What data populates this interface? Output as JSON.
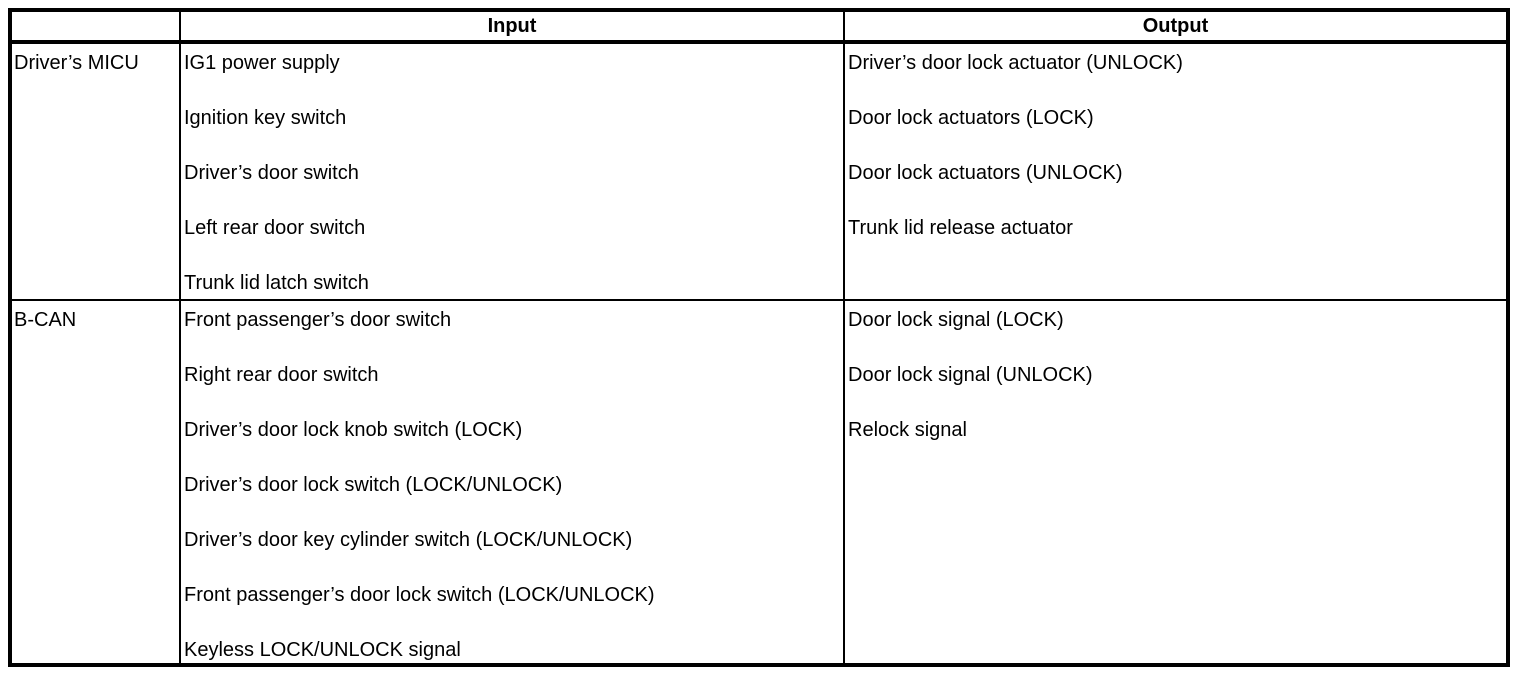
{
  "table": {
    "headers": {
      "row_label": "",
      "input": "Input",
      "output": "Output"
    },
    "rows": [
      {
        "label": "Driver’s MICU",
        "inputs": [
          "IG1 power supply",
          "Ignition key switch",
          "Driver’s door switch",
          "Left rear door switch",
          "Trunk lid latch switch"
        ],
        "outputs": [
          "Driver’s door lock actuator (UNLOCK)",
          "Door lock actuators (LOCK)",
          "Door lock actuators (UNLOCK)",
          "Trunk lid release actuator"
        ]
      },
      {
        "label": "B-CAN",
        "inputs": [
          "Front passenger’s door switch",
          "Right rear door switch",
          "Driver’s door lock knob switch (LOCK)",
          "Driver’s door lock switch (LOCK/UNLOCK)",
          "Driver’s door key cylinder switch (LOCK/UNLOCK)",
          "Front passenger’s door lock switch (LOCK/UNLOCK)",
          "Keyless LOCK/UNLOCK signal"
        ],
        "outputs": [
          "Door lock signal (LOCK)",
          "Door lock signal (UNLOCK)",
          "Relock signal"
        ]
      }
    ]
  },
  "colors": {
    "border": "#000000",
    "text": "#000000",
    "background": "#ffffff"
  }
}
